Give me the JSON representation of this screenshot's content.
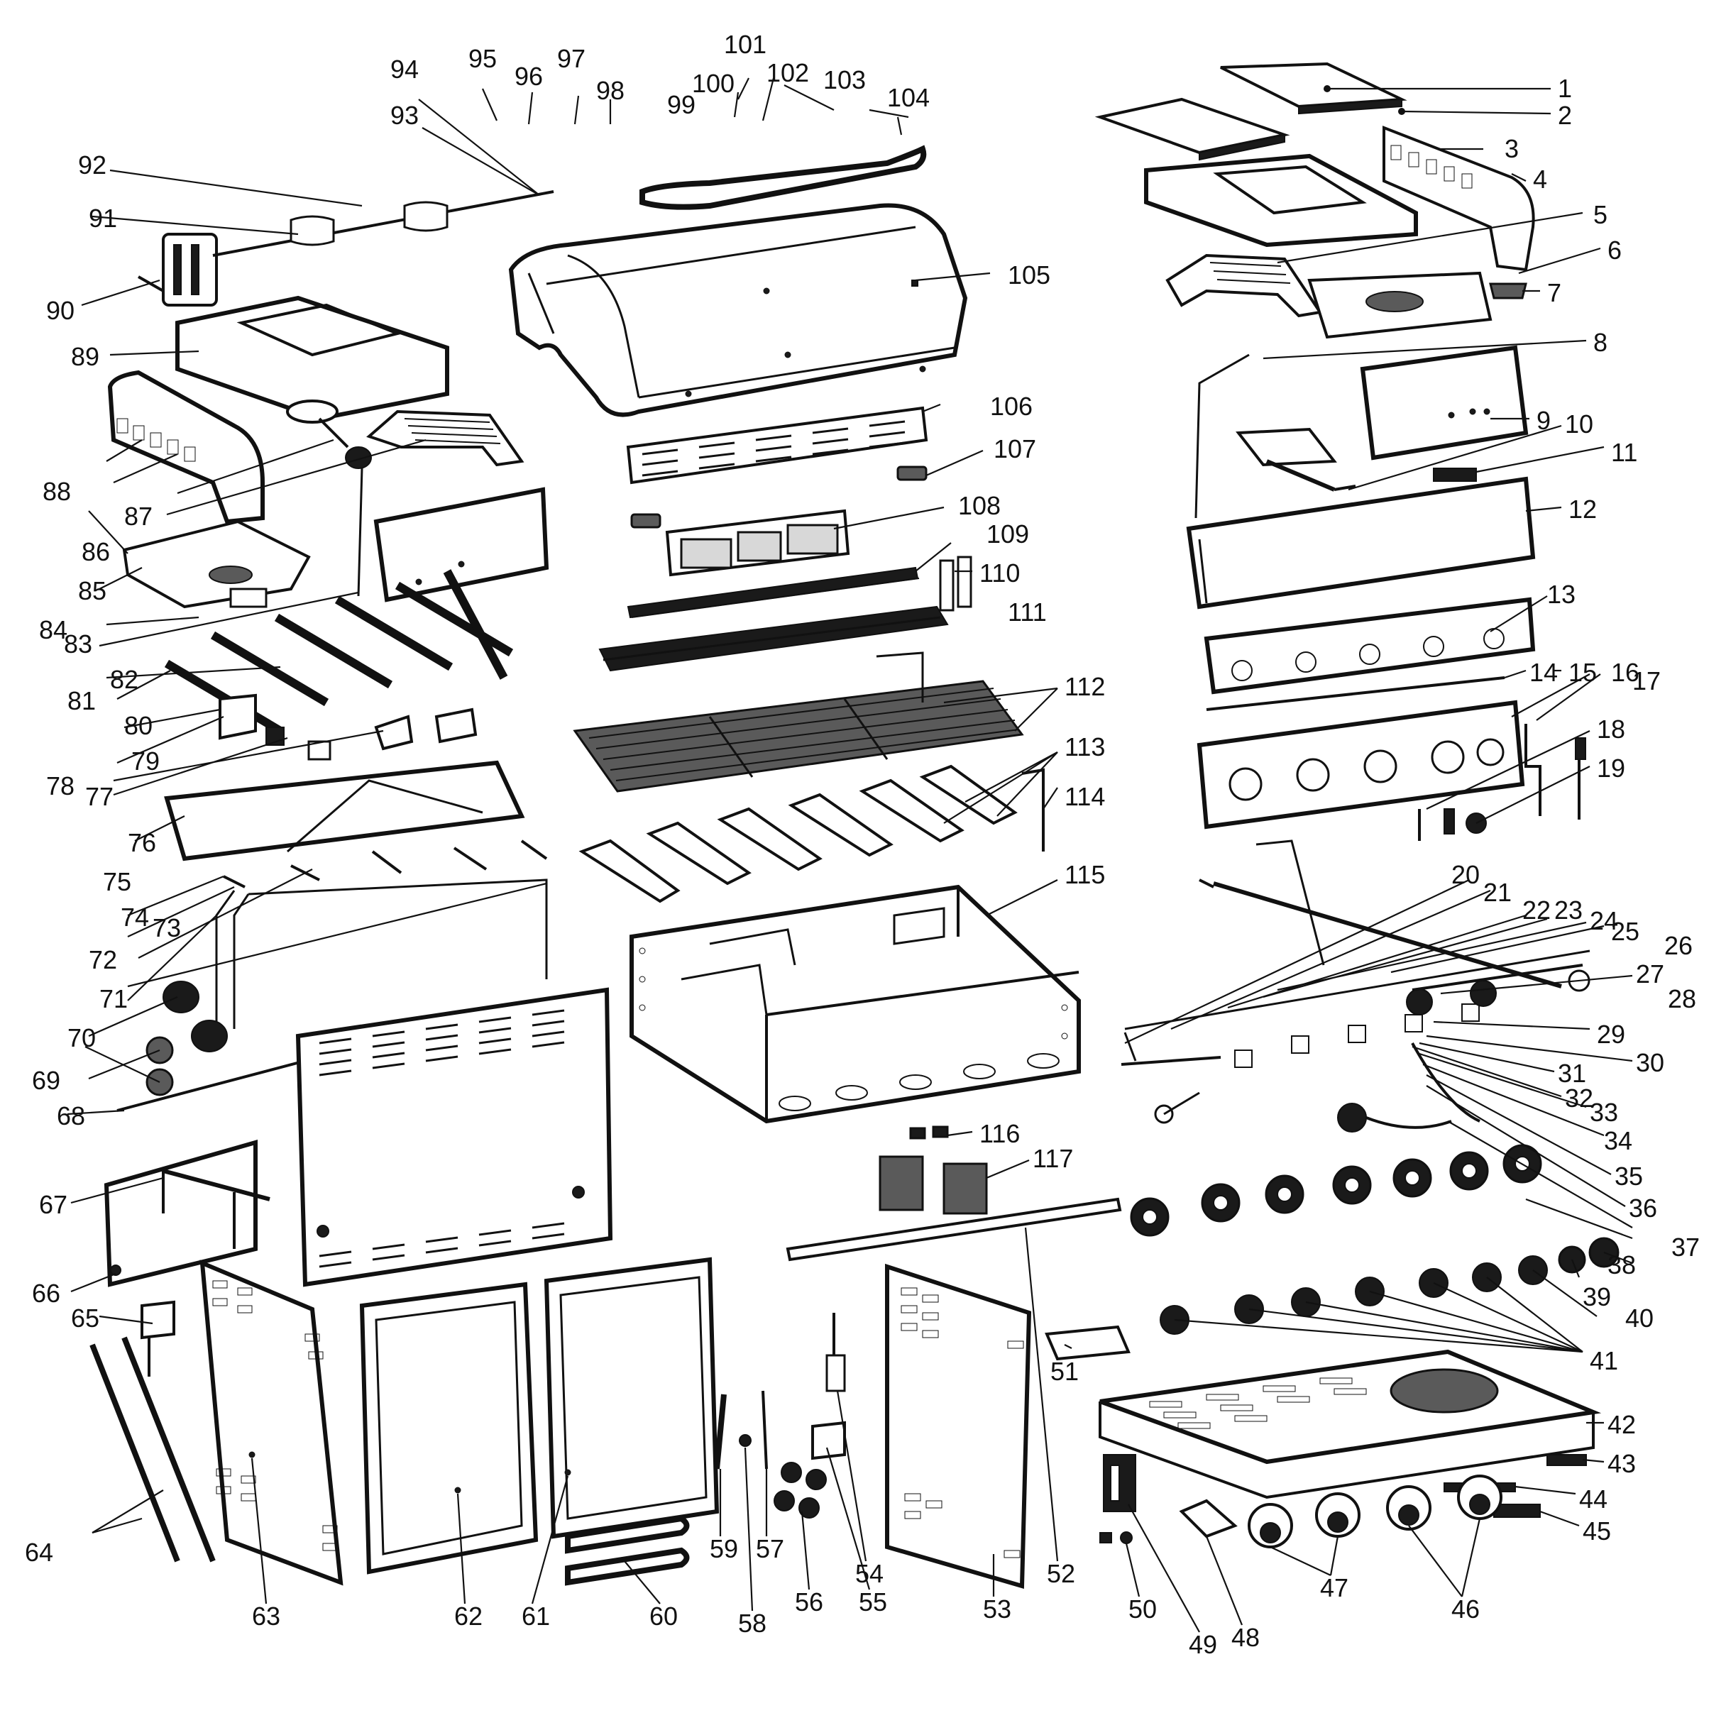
{
  "diagram": {
    "type": "exploded-parts-diagram",
    "callout_numbers": [
      "1",
      "2",
      "3",
      "4",
      "5",
      "6",
      "7",
      "8",
      "9",
      "10",
      "11",
      "12",
      "13",
      "14",
      "15",
      "16",
      "17",
      "18",
      "19",
      "20",
      "21",
      "22",
      "23",
      "24",
      "25",
      "26",
      "27",
      "28",
      "29",
      "30",
      "31",
      "32",
      "33",
      "34",
      "35",
      "36",
      "37",
      "38",
      "39",
      "40",
      "41",
      "42",
      "43",
      "44",
      "45",
      "46",
      "47",
      "48",
      "49",
      "50",
      "51",
      "52",
      "53",
      "54",
      "55",
      "56",
      "57",
      "58",
      "59",
      "60",
      "61",
      "62",
      "63",
      "64",
      "65",
      "66",
      "67",
      "68",
      "69",
      "70",
      "71",
      "72",
      "73",
      "74",
      "75",
      "76",
      "77",
      "78",
      "79",
      "80",
      "81",
      "82",
      "83",
      "84",
      "85",
      "86",
      "87",
      "88",
      "89",
      "90",
      "91",
      "92",
      "93",
      "94",
      "95",
      "96",
      "97",
      "98",
      "99",
      "100",
      "101",
      "102",
      "103",
      "104",
      "105",
      "106",
      "107",
      "108",
      "109",
      "110",
      "111",
      "112",
      "113",
      "114",
      "115",
      "116",
      "117"
    ]
  }
}
